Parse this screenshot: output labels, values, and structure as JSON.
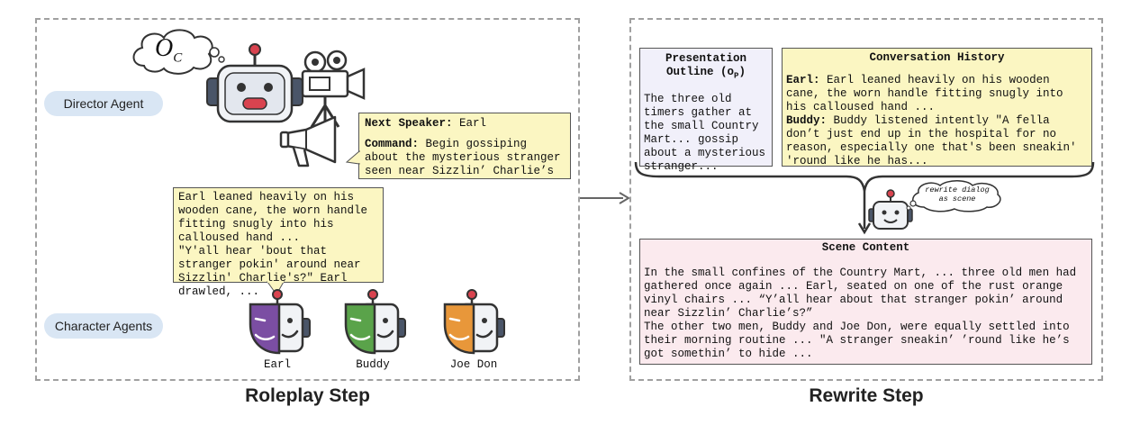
{
  "roleplay": {
    "title": "Roleplay Step",
    "director_label": "Director Agent",
    "character_label": "Character Agents",
    "oc_symbol": "O",
    "oc_sub": "C",
    "next_speaker_key": "Next Speaker:",
    "next_speaker_value": "Earl",
    "command_key": "Command:",
    "command_value": "Begin gossiping about the mysterious stranger seen near Sizzlin’ Charlie’s",
    "dialog_text": "Earl leaned heavily on his wooden cane, the worn handle fitting snugly into his calloused hand ...\n\"Y'all hear 'bout that stranger pokin' around near Sizzlin' Charlie's?\" Earl drawled, ...",
    "characters": [
      {
        "name": "Earl",
        "color": "#7b4ea3"
      },
      {
        "name": "Buddy",
        "color": "#5aa34a"
      },
      {
        "name": "Joe Don",
        "color": "#e8973a"
      }
    ]
  },
  "rewrite": {
    "title": "Rewrite Step",
    "outline_title": "Presentation Outline (o",
    "outline_sub": "P",
    "outline_title_end": ")",
    "outline_text": "The three old timers gather at the small Country Mart... gossip about a mysterious stranger...",
    "history_title": "Conversation History",
    "history_earl_key": "Earl:",
    "history_earl_text": "Earl leaned heavily on his wooden cane, the worn handle fitting snugly into his calloused hand ...",
    "history_buddy_key": "Buddy:",
    "history_buddy_text": "Buddy listened intently \"A fella don’t just end up in the hospital for no reason, especially one that's been sneakin' 'round like he has...",
    "thought_text": "rewrite dialog as scene",
    "scene_title": "Scene Content",
    "scene_text": "In the small confines of the Country Mart, ... three old men had gathered once again ... Earl, seated on one of the rust orange vinyl chairs ... “Y’all hear about that stranger pokin’ around near Sizzlin’ Charlie’s?”\nThe other two men, Buddy and Joe Don, were equally settled into their morning routine ... \"A stranger sneakin’ ’round like he’s got somethin’ to hide ..."
  },
  "colors": {
    "yellow_box": "#fbf6c2",
    "lavender_box": "#f1f0fa",
    "pink_box": "#fbeaee",
    "pill": "#d9e6f4",
    "robot_body": "#f1f3f6",
    "robot_dark": "#4a5568",
    "robot_red": "#d9434f"
  }
}
